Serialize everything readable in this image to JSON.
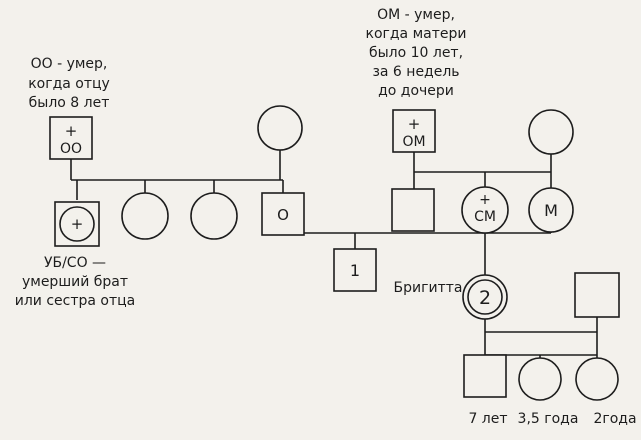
{
  "notes": {
    "oo": [
      "ОО - умер,",
      "когда отцу",
      "было 8 лет"
    ],
    "om": [
      "ОМ - умер,",
      "когда матери",
      "было 10 лет,",
      "за 6 недель",
      "до дочери"
    ],
    "ub": [
      "УБ/СО —",
      "умерший брат",
      "или сестра отца"
    ],
    "brigitta": "Бригитта"
  },
  "symbols": {
    "oo_plus": "+",
    "oo_label": "ОО",
    "om_plus": "+",
    "om_label": "ОМ",
    "ub_plus": "+",
    "sm_plus": "+",
    "sm_label": "СМ",
    "father_label": "О",
    "mother_label": "М",
    "child1_label": "1",
    "brigitta_label": "2"
  },
  "ages": {
    "son": "7 лет",
    "daughter1": "3,5 года",
    "daughter2": "2года"
  }
}
